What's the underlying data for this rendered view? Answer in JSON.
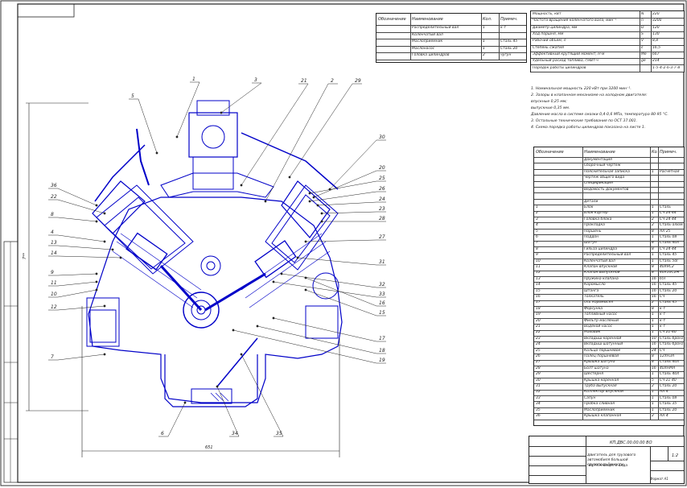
{
  "callouts": [
    {
      "label": "1"
    },
    {
      "label": "2"
    },
    {
      "label": "3"
    },
    {
      "label": "4"
    },
    {
      "label": "5"
    },
    {
      "label": "6"
    },
    {
      "label": "7"
    },
    {
      "label": "8"
    },
    {
      "label": "9"
    },
    {
      "label": "10"
    },
    {
      "label": "11"
    },
    {
      "label": "12"
    },
    {
      "label": "13"
    },
    {
      "label": "14"
    },
    {
      "label": "15"
    },
    {
      "label": "16"
    },
    {
      "label": "17"
    },
    {
      "label": "18"
    },
    {
      "label": "19"
    },
    {
      "label": "20"
    },
    {
      "label": "21"
    },
    {
      "label": "22"
    },
    {
      "label": "23"
    },
    {
      "label": "24"
    },
    {
      "label": "25"
    },
    {
      "label": "26"
    },
    {
      "label": "27"
    },
    {
      "label": "28"
    },
    {
      "label": "29"
    },
    {
      "label": "30"
    },
    {
      "label": "31"
    },
    {
      "label": "32"
    },
    {
      "label": "33"
    },
    {
      "label": "34"
    },
    {
      "label": "35"
    },
    {
      "label": "36"
    }
  ],
  "dimensions": {
    "bottom": "651",
    "left": "7**"
  },
  "top_table": {
    "headers": [
      "Обозначение",
      "Наименование",
      "Кол.",
      "Примеч."
    ],
    "rows": [
      [
        "",
        "Распределительный вал",
        "1",
        "к-т"
      ],
      [
        "",
        "Коленчатый вал",
        "",
        ""
      ],
      [
        "",
        "Маслоприёмник",
        "1",
        "Сталь 45"
      ],
      [
        "",
        "Маслонасос",
        "1",
        "Сталь 20"
      ],
      [
        "",
        "Головка цилиндров",
        "2",
        "чугун"
      ]
    ]
  },
  "spec_table": {
    "rows": [
      [
        "Мощность, кВт",
        "N",
        "220"
      ],
      [
        "Частота вращения коленчатого вала, мин⁻¹",
        "n",
        "3200"
      ],
      [
        "Диаметр цилиндра, мм",
        "D",
        "120"
      ],
      [
        "Ход поршня, мм",
        "S",
        "130"
      ],
      [
        "Рабочий объём, л",
        "V",
        "8,8"
      ],
      [
        "Степень сжатия",
        "ε",
        "16,5"
      ],
      [
        "Эффективный крутящий момент, Н·м",
        "Me",
        "667"
      ],
      [
        "Удельный расход топлива, г/кВт·ч",
        "ge",
        "214"
      ],
      [
        "Порядок работы цилиндров",
        "",
        "1-5-4-2-6-3-7-8"
      ]
    ]
  },
  "notes": [
    "1. Номинальная мощность 220 кВт при 3200 мин⁻¹.",
    "2. Зазоры в клапанном механизме на холодном двигателе:",
    "   впускные 0,25 мм;",
    "   выпускные 0,35 мм.",
    "   Давление масла в системе смазки 0,4-0,6 МПа, температура 80-95 °С.",
    "3. Остальные технические требования по ОСТ 37.001.",
    "4. Схема порядка работы цилиндров показана на листе 1."
  ],
  "bom": {
    "headers": [
      "Обозначение",
      "Наименование",
      "Кол.",
      "Примеч."
    ],
    "rows": [
      [
        "",
        "Документация",
        "",
        ""
      ],
      [
        "",
        "Сборочный чертёж",
        "",
        ""
      ],
      [
        "",
        "Пояснительная записка",
        "1",
        "Расчётная"
      ],
      [
        "",
        "Чертёж общего вида",
        "",
        ""
      ],
      [
        "",
        "Спецификация",
        "",
        ""
      ],
      [
        "",
        "Ведомость документов",
        "",
        ""
      ],
      [
        "",
        "",
        "",
        ""
      ],
      [
        "",
        "Детали",
        "",
        ""
      ],
      [
        "1",
        "Блок",
        "1",
        "Сталь"
      ],
      [
        "2",
        "Блок-картер",
        "1",
        "СЧ 24-44"
      ],
      [
        "3",
        "Головка блока",
        "2",
        "СЧ 24-44"
      ],
      [
        "4",
        "Прокладка",
        "2",
        "Сталь-алюминий"
      ],
      [
        "5",
        "Поршень",
        "8",
        "АЛ 25"
      ],
      [
        "6",
        "Поддон",
        "1",
        "Сталь 08"
      ],
      [
        "7",
        "Шатун",
        "8",
        "Сталь 40Х"
      ],
      [
        "8",
        "Гильза цилиндра",
        "8",
        "СЧ 24-44"
      ],
      [
        "9",
        "Распределительный вал",
        "1",
        "Сталь 45"
      ],
      [
        "10",
        "Коленчатый вал",
        "1",
        "Сталь 50Г"
      ],
      [
        "11",
        "Клапан впускной",
        "8",
        "40Х9С2"
      ],
      [
        "12",
        "Клапан выпускной",
        "8",
        "40Х10С2М"
      ],
      [
        "13",
        "Пружина клапана",
        "16",
        "65Г"
      ],
      [
        "14",
        "Коромысло",
        "16",
        "Сталь 45"
      ],
      [
        "15",
        "Штанга",
        "16",
        "Сталь 20"
      ],
      [
        "16",
        "Толкатель",
        "16",
        "СЧ"
      ],
      [
        "17",
        "Ось коромысел",
        "2",
        "Сталь 45"
      ],
      [
        "18",
        "Форсунка",
        "8",
        "к-т"
      ],
      [
        "19",
        "Топливный насос",
        "1",
        "к-т"
      ],
      [
        "20",
        "Фильтр масляный",
        "1",
        "к-т"
      ],
      [
        "21",
        "Водяной насос",
        "1",
        "к-т"
      ],
      [
        "22",
        "Маховик",
        "1",
        "СЧ 21-40"
      ],
      [
        "23",
        "Вкладыш коренной",
        "10",
        "Сталь-бронза"
      ],
      [
        "24",
        "Вкладыш шатунный",
        "16",
        "Сталь-бронза"
      ],
      [
        "25",
        "Кольцо поршневое",
        "24",
        "СЧ"
      ],
      [
        "26",
        "Палец поршневой",
        "8",
        "12ХН3А"
      ],
      [
        "27",
        "Крышка шатуна",
        "8",
        "Сталь 40Х"
      ],
      [
        "28",
        "Болт шатуна",
        "16",
        "40ХНМА"
      ],
      [
        "29",
        "Шестерня",
        "1",
        "Сталь 40Х"
      ],
      [
        "30",
        "Крышка коренная",
        "5",
        "СЧ 21-40"
      ],
      [
        "31",
        "Труба выпускная",
        "2",
        "Сталь 20"
      ],
      [
        "32",
        "Коллектор впускной",
        "1",
        "АЛ 4"
      ],
      [
        "33",
        "Сапун",
        "1",
        "Сталь 08"
      ],
      [
        "34",
        "Пробка сливная",
        "1",
        "Сталь 35"
      ],
      [
        "35",
        "Маслоприёмник",
        "1",
        "Сталь 20"
      ],
      [
        "36",
        "Крышка клапанная",
        "2",
        "АЛ 4"
      ]
    ]
  },
  "title_block": {
    "title": "Двигатель для грузового автомобиля большой грузоподъёмности",
    "subtitle": "Чертёж общего вида",
    "code": "КП.ДВС.00.00.00 ВО",
    "sheet": "1:2",
    "format": "Формат А1"
  }
}
